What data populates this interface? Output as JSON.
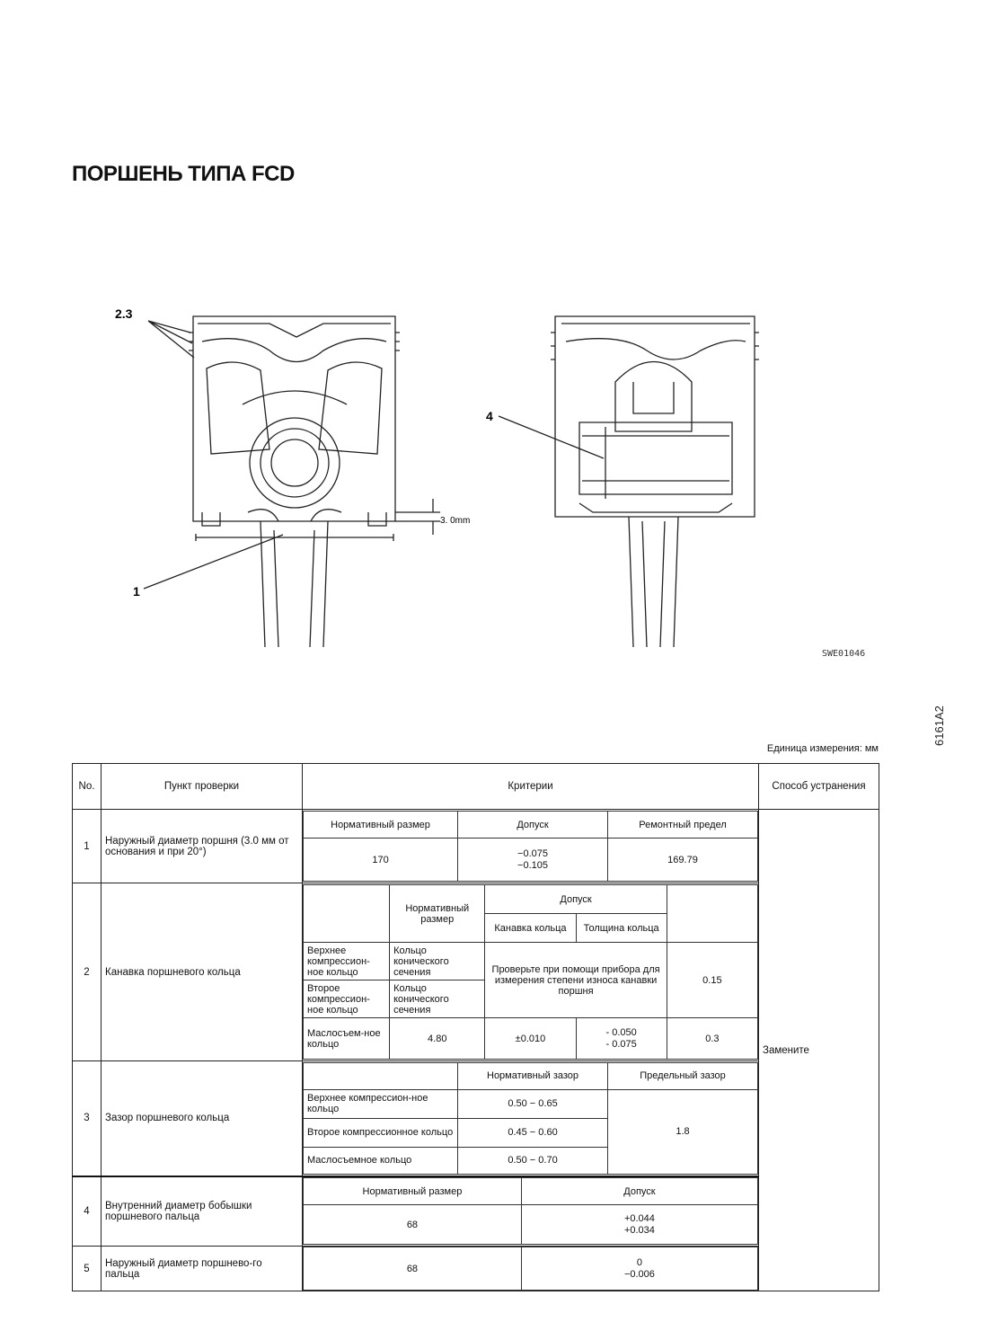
{
  "title": "ПОРШЕНЬ ТИПА FCD",
  "figure": {
    "labels": {
      "l23": "2.3",
      "l1": "1",
      "l4": "4",
      "dim": "3. 0mm"
    },
    "code": "SWE01046"
  },
  "side_code": "6161A2",
  "unit_note": "Единица измерения: мм",
  "table": {
    "headers": {
      "no": "No.",
      "item": "Пункт проверки",
      "criteria": "Критерии",
      "remedy": "Способ устранения"
    },
    "remedy": "Замените",
    "row1": {
      "no": "1",
      "item": "Наружный диаметр поршня (3.0 мм от основания и при 20°)",
      "h_std": "Нормативный размер",
      "h_tol": "Допуск",
      "h_limit": "Ремонтный предел",
      "std": "170",
      "tol_a": "−0.075",
      "tol_b": "−0.105",
      "limit": "169.79"
    },
    "row2": {
      "no": "2",
      "item": "Канавка поршневого кольца",
      "h_std": "Нормативный размер",
      "h_tol": "Допуск",
      "h_groove": "Канавка кольца",
      "h_thick": "Толщина кольца",
      "r_top": "Верхнее компрессион-ное кольцо",
      "r_top_std": "Кольцо конического сечения",
      "r_second": "Второе компрессион-ное кольцо",
      "r_second_std": "Кольцо конического сечения",
      "check_note": "Проверьте при помощи прибора для измерения степени износа канавки поршня",
      "limit_comp": "0.15",
      "r_oil": "Маслосъем-ное кольцо",
      "oil_std": "4.80",
      "oil_groove": "±0.010",
      "oil_thick_a": "- 0.050",
      "oil_thick_b": "- 0.075",
      "oil_limit": "0.3"
    },
    "row3": {
      "no": "3",
      "item": "Зазор поршневого кольца",
      "h_std": "Нормативный зазор",
      "h_limit": "Предельный зазор",
      "r_top": "Верхнее компрессион-ное кольцо",
      "top_gap": "0.50 − 0.65",
      "r_second": "Второе компрессионное кольцо",
      "second_gap": "0.45 − 0.60",
      "r_oil": "Маслосъемное кольцо",
      "oil_gap": "0.50 − 0.70",
      "limit": "1.8"
    },
    "row4": {
      "no": "4",
      "item": "Внутренний диаметр бобышки поршневого пальца",
      "h_std": "Нормативный размер",
      "h_tol": "Допуск",
      "std": "68",
      "tol_a": "+0.044",
      "tol_b": "+0.034"
    },
    "row5": {
      "no": "5",
      "item": "Наружный диаметр поршнево-го пальца",
      "std": "68",
      "tol_a": "0",
      "tol_b": "−0.006"
    }
  }
}
